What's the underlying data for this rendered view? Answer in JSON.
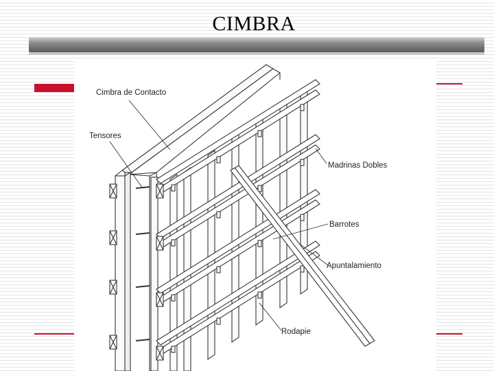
{
  "slide": {
    "title": "CIMBRA"
  },
  "diagram": {
    "labels": {
      "cimbra_contacto": "Cimbra de Contacto",
      "tensores": "Tensores",
      "madrinas": "Madrinas Dobles",
      "barrotes": "Barrotes",
      "apuntalamiento": "Apuntalamiento",
      "rodapie": "Rodapie"
    }
  },
  "colors": {
    "accent": "#c8102e",
    "title_bar": "#6e6e6e",
    "line": "#333333"
  }
}
